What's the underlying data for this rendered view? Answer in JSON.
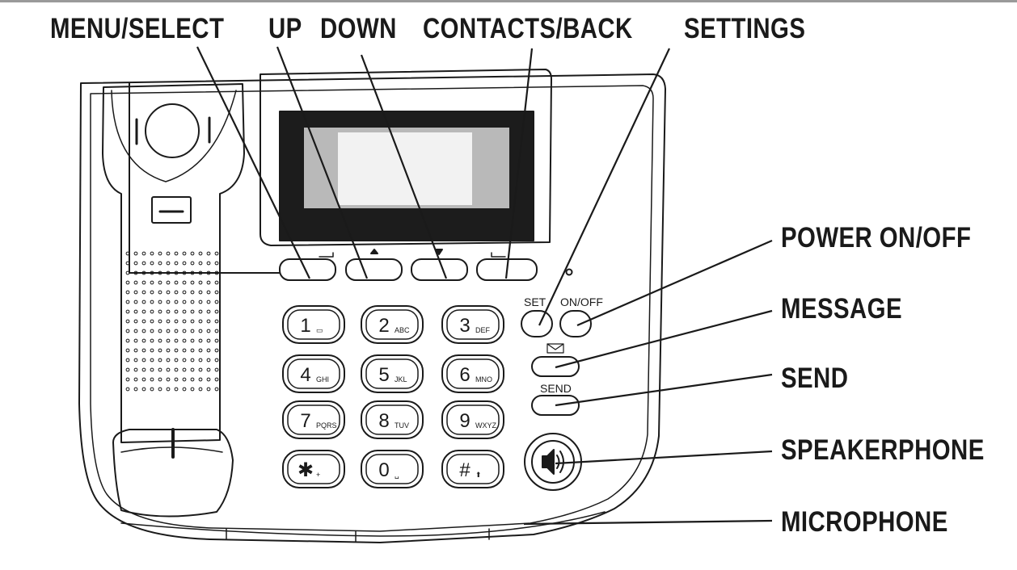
{
  "callouts": {
    "menu_select": "MENU/SELECT",
    "up": "UP",
    "down": "DOWN",
    "contacts_back": "CONTACTS/BACK",
    "settings": "SETTINGS",
    "power": "POWER ON/OFF",
    "message": "MESSAGE",
    "send": "SEND",
    "speakerphone": "SPEAKERPHONE",
    "microphone": "MICROPHONE"
  },
  "device_labels": {
    "set": "SET",
    "on_off": "ON/OFF",
    "send": "SEND"
  },
  "keypad": [
    {
      "digit": "1",
      "sub": "▭"
    },
    {
      "digit": "2",
      "sub": "ABC"
    },
    {
      "digit": "3",
      "sub": "DEF"
    },
    {
      "digit": "4",
      "sub": "GHI"
    },
    {
      "digit": "5",
      "sub": "JKL"
    },
    {
      "digit": "6",
      "sub": "MNO"
    },
    {
      "digit": "7",
      "sub": "PQRS"
    },
    {
      "digit": "8",
      "sub": "TUV"
    },
    {
      "digit": "9",
      "sub": "WXYZ"
    },
    {
      "digit": "✱",
      "sub": "+"
    },
    {
      "digit": "0",
      "sub": "␣"
    },
    {
      "digit": "#",
      "sub": "⬆"
    }
  ],
  "icons": {
    "message": "envelope-icon",
    "speaker": "speaker-icon",
    "up": "arrow-up-icon",
    "down": "arrow-down-icon"
  },
  "colors": {
    "line": "#1a1a1a",
    "screen_frame": "#1c1c1c",
    "screen_glass": "#b9b9b9",
    "screen_highlight": "#f2f2f2"
  }
}
